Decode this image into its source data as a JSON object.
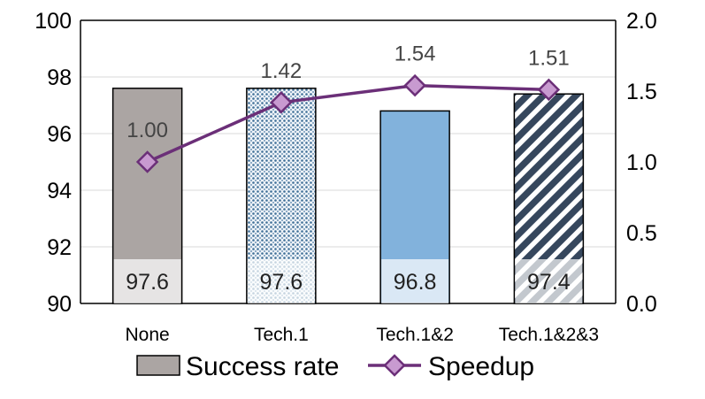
{
  "chart_data": {
    "type": "bar",
    "categories": [
      "None",
      "Tech.1",
      "Tech.1&2",
      "Tech.1&2&3"
    ],
    "series": [
      {
        "name": "Success rate",
        "kind": "bar",
        "axis": "left",
        "values": [
          97.6,
          97.6,
          96.8,
          97.4
        ],
        "labels": [
          "97.6",
          "97.6",
          "96.8",
          "97.4"
        ],
        "fills": [
          "gray-solid",
          "blue-dotted",
          "light-blue-solid",
          "navy-diagonal-stripes"
        ]
      },
      {
        "name": "Speedup",
        "kind": "line",
        "axis": "right",
        "marker": "diamond",
        "values": [
          1.0,
          1.42,
          1.54,
          1.51
        ],
        "labels": [
          "1.00",
          "1.42",
          "1.54",
          "1.51"
        ]
      }
    ],
    "yleft": {
      "ylim": [
        90,
        100
      ],
      "ticks": [
        "90",
        "92",
        "94",
        "96",
        "98",
        "100"
      ]
    },
    "yright": {
      "ylim": [
        0.0,
        2.0
      ],
      "ticks": [
        "0.0",
        "0.5",
        "1.0",
        "1.5",
        "2.0"
      ]
    },
    "xlabel": "",
    "ylabel": "",
    "grid": "horizontal",
    "legend": "bottom",
    "colors": {
      "bar_gray": "#aba5a3",
      "bar_blue_dots": "#3f6f97",
      "bar_light_blue": "#82b2dc",
      "bar_navy": "#36475d",
      "line": "#6b2f78",
      "marker_fill": "#c89ad0"
    }
  }
}
